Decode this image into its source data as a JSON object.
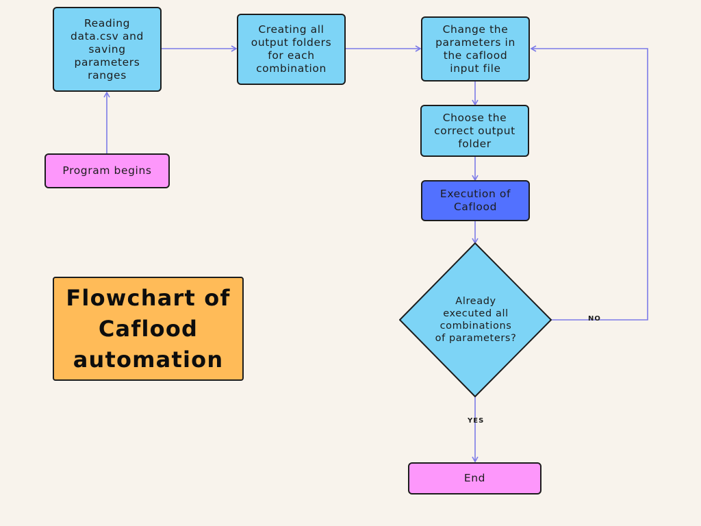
{
  "title": "Flowchart of\nCaflood\nautomation",
  "nodes": {
    "reading": "Reading\ndata.csv and\nsaving\nparameters\nranges",
    "start": "Program begins",
    "creating": "Creating all\noutput folders\nfor each\ncombination",
    "change": "Change the\nparameters in\nthe caflood\ninput file",
    "choose": "Choose the\ncorrect output\nfolder",
    "execution": "Execution of\nCaflood",
    "decision": "Already\nexecuted all\ncombinations\nof parameters?",
    "end": "End"
  },
  "edges": {
    "no": "NO",
    "yes": "YES"
  },
  "colors": {
    "process": "#7dd4f6",
    "terminal": "#fd97fb",
    "execution": "#5271ff",
    "title": "#ffbb58",
    "arrow": "#7b7ae8",
    "background": "#f8f3ec"
  }
}
